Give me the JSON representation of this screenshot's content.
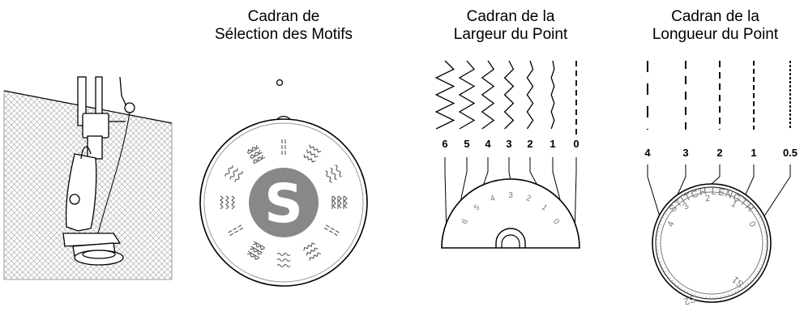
{
  "captions": {
    "pattern": {
      "line1": "Cadran de",
      "line2": "Sélection des Motifs"
    },
    "width": {
      "line1": "Cadran de la",
      "line2": "Largeur du Point"
    },
    "length": {
      "line1": "Cadran de la",
      "line2": "Longueur du Point"
    }
  },
  "pattern_dial": {
    "center_letter": "S"
  },
  "width_dial": {
    "stitch_labels": [
      "6",
      "5",
      "4",
      "3",
      "2",
      "1",
      "0"
    ],
    "dial_numbers": [
      "6",
      "5",
      "4",
      "3",
      "2",
      "1",
      "0"
    ]
  },
  "length_dial": {
    "stitch_labels": [
      "4",
      "3",
      "2",
      "1",
      "0.5"
    ],
    "dial_numbers": [
      "4",
      "3",
      "2",
      "1",
      "0"
    ],
    "ring_text": "STITCH LENGTH",
    "s1_label": "S1",
    "s2_label": "S2"
  },
  "colors": {
    "line": "#000000",
    "dial_gray": "#7a7a7a",
    "disc_gray": "#888888",
    "hatch": "#b0b0b0"
  }
}
